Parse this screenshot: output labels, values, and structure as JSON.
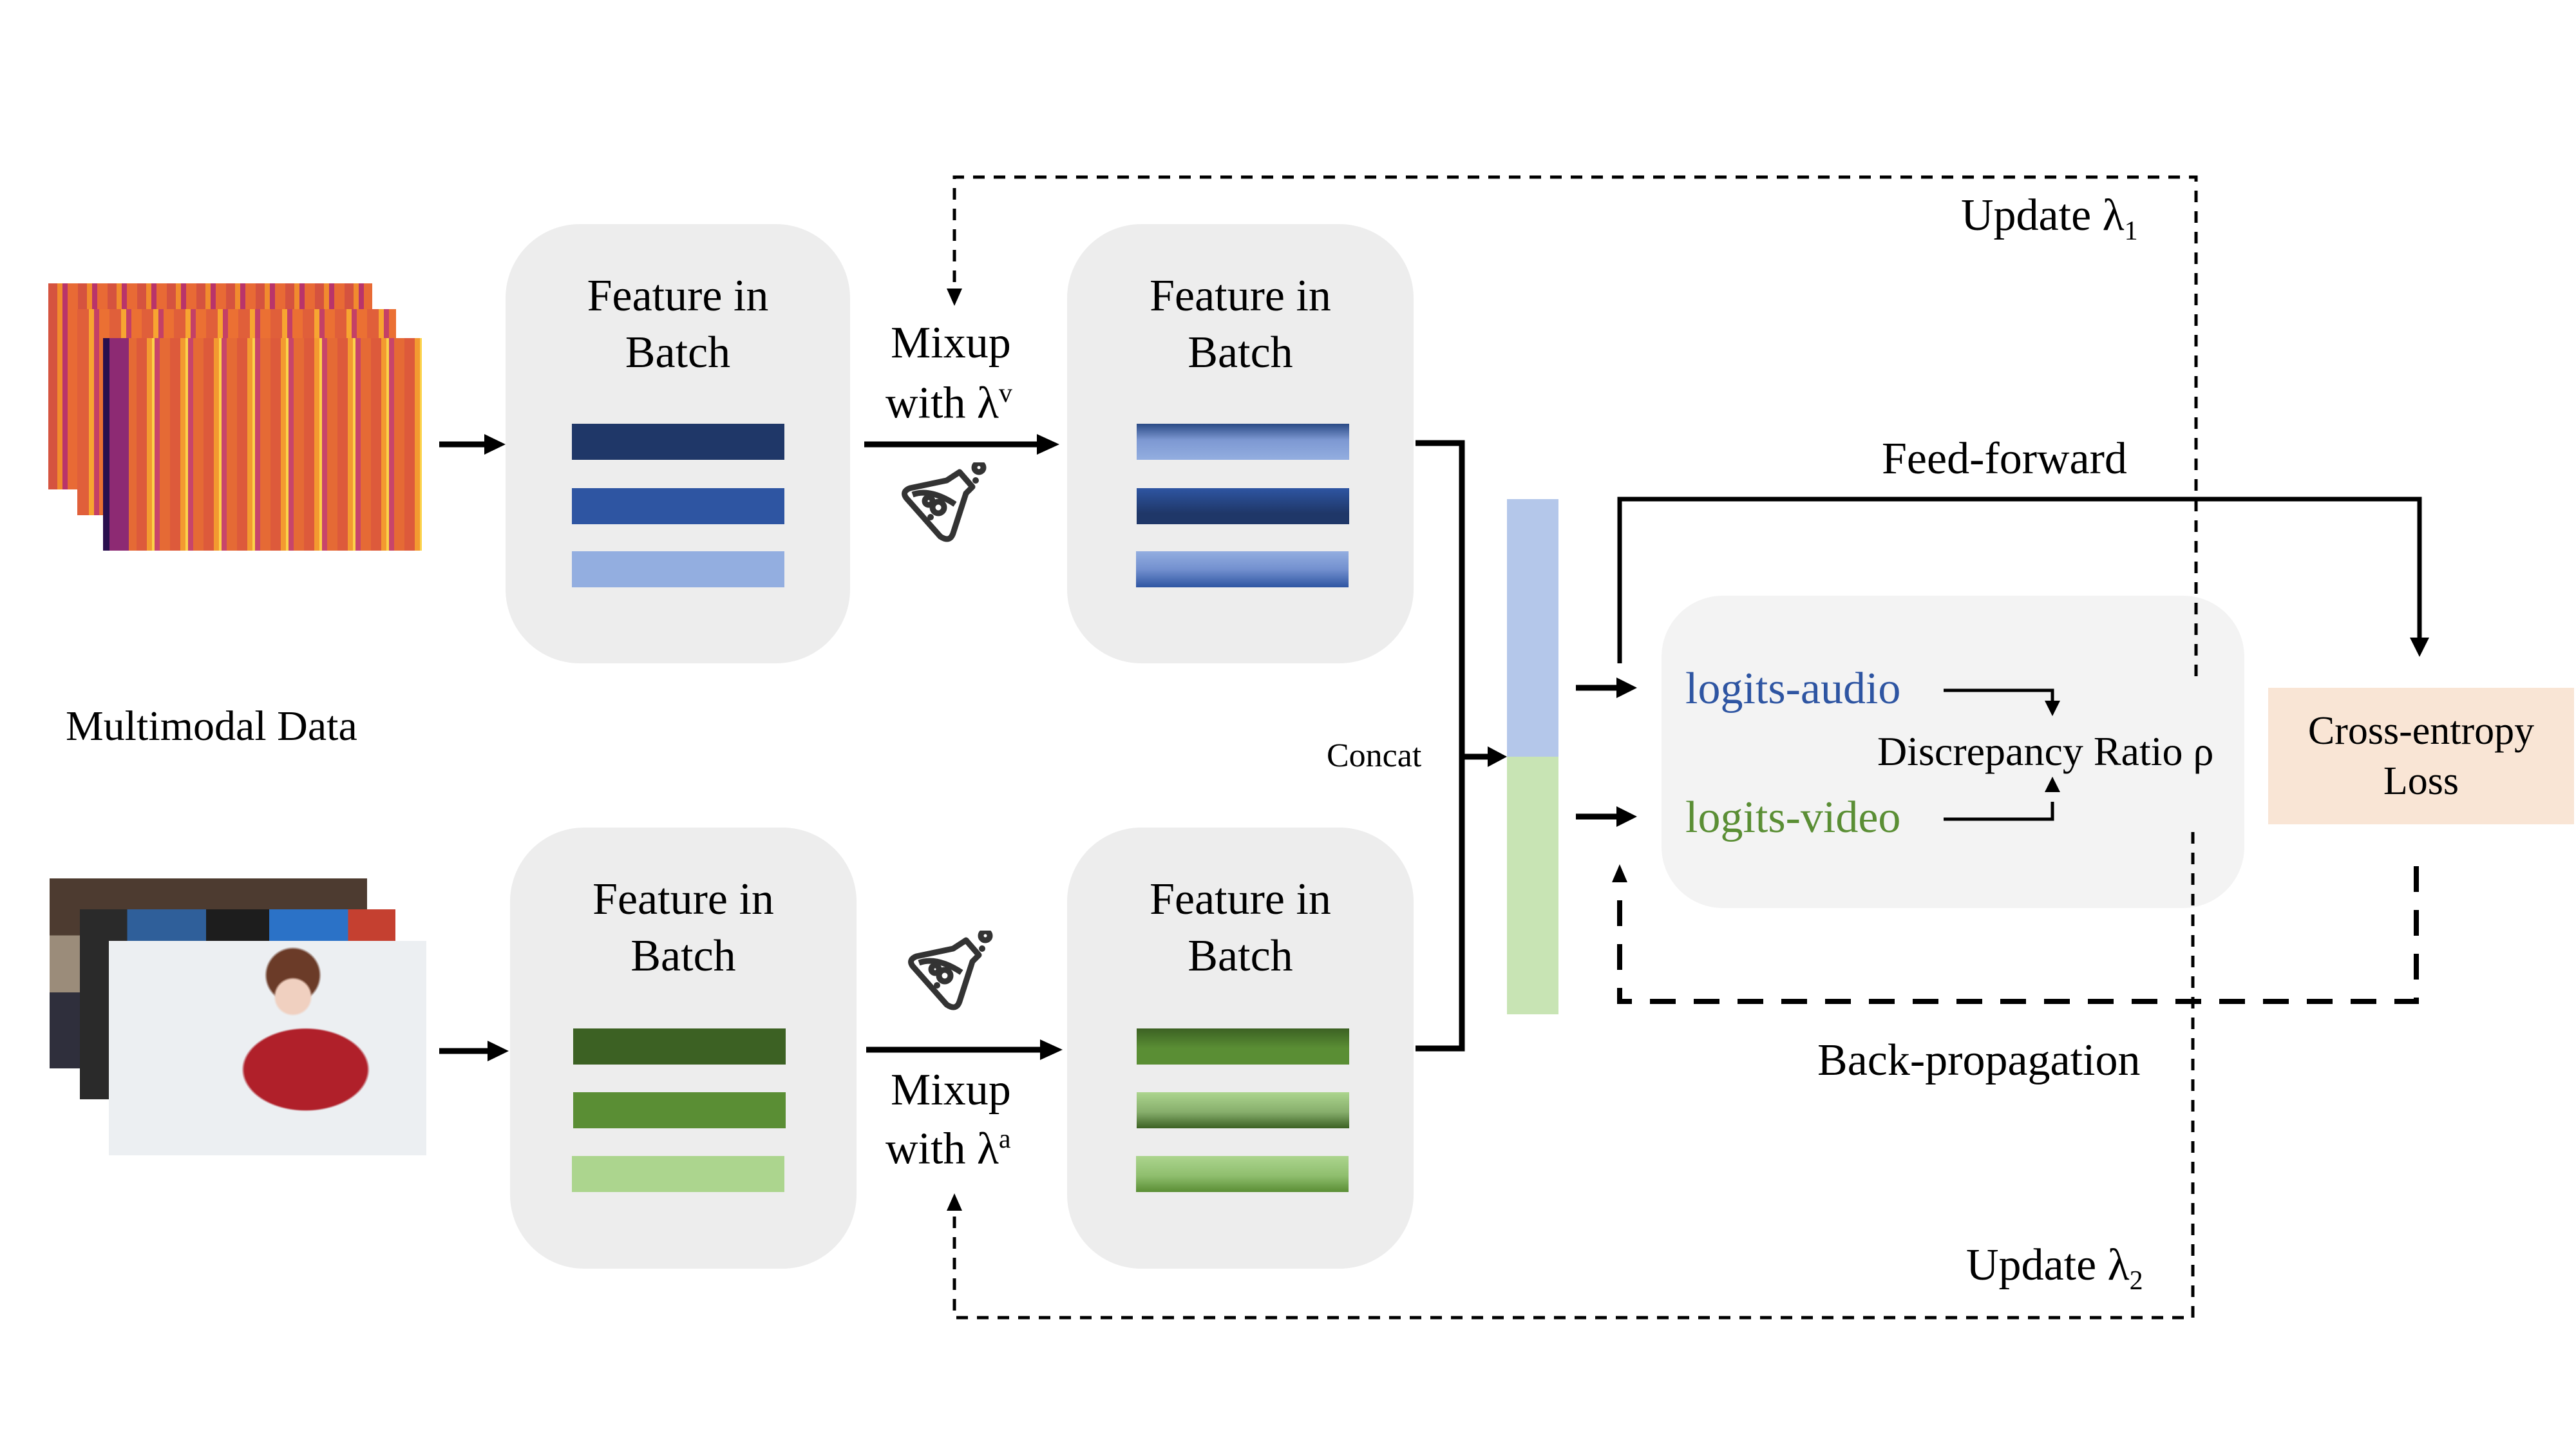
{
  "diagram": {
    "input_label": "Multimodal Data",
    "audio_input_icon": "spectrogram-image-stack",
    "video_input_icon": "video-frame-image-stack",
    "feature_panel_title_line1": "Feature in",
    "feature_panel_title_line2": "Batch",
    "mixup_top": {
      "line1": "Mixup",
      "line2_prefix": "with λ",
      "line2_sup": "v"
    },
    "mixup_bottom": {
      "line1": "Mixup",
      "line2_prefix": "with λ",
      "line2_sup": "a"
    },
    "mixup_icon": "flask-icon",
    "concat_label": "Concat",
    "feed_forward_label": "Feed-forward",
    "back_propagation_label": "Back-propagation",
    "update_top": {
      "prefix": "Update λ",
      "sub": "1"
    },
    "update_bottom": {
      "prefix": "Update λ",
      "sub": "2"
    },
    "logits_audio": "logits-audio",
    "logits_video": "logits-video",
    "discrepancy_label": "Discrepancy Ratio ρ",
    "loss_line1": "Cross-entropy",
    "loss_line2": "Loss"
  },
  "colors": {
    "blue_dark": "#1f3768",
    "blue_mid": "#2e55a2",
    "blue_light": "#93aee0",
    "green_dark": "#3c6123",
    "green_mid": "#5a8e34",
    "green_light": "#acd58e",
    "panel_bg": "#ededed",
    "logits_panel_bg": "#f3f3f3",
    "concat_blue": "#b4c7ea",
    "concat_green": "#c8e4b4",
    "loss_bg": "#f9e5d5",
    "audio_text": "#2e55a2",
    "video_text": "#5a8e34"
  }
}
